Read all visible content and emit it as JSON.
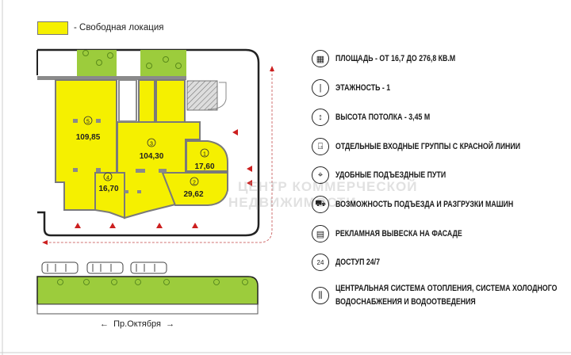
{
  "legend": {
    "label": "- Свободная локация",
    "color": "#f5f000"
  },
  "plan": {
    "rooms": [
      {
        "number": "5",
        "area": "109,85"
      },
      {
        "number": "3",
        "area": "104,30"
      },
      {
        "number": "1",
        "area": "17,60"
      },
      {
        "number": "2",
        "area": "29,62"
      },
      {
        "number": "4",
        "area": "16,70"
      }
    ],
    "street": {
      "left_arrow": "←",
      "name": "Пр.Октября",
      "right_arrow": "→"
    },
    "watermark": {
      "line1": "ЦЕНТР КОММЕРЧЕСКОЙ",
      "line2": "НЕДВИЖИМОСТИ"
    }
  },
  "features": [
    {
      "icon": "floor-plan-icon",
      "glyph": "▦",
      "text": "ПЛОЩАДЬ - ОТ 16,7 ДО 276,8 КВ.М"
    },
    {
      "icon": "floor-count-icon",
      "glyph": "|",
      "text": "ЭТАЖНОСТЬ - 1"
    },
    {
      "icon": "ceiling-height-icon",
      "glyph": "↕",
      "text": "ВЫСОТА ПОТОЛКА - 3,45 М"
    },
    {
      "icon": "entrance-door-icon",
      "glyph": "⍈",
      "text": "ОТДЕЛЬНЫЕ ВХОДНЫЕ ГРУППЫ С КРАСНОЙ ЛИНИИ"
    },
    {
      "icon": "route-pin-icon",
      "glyph": "⌖",
      "text": "УДОБНЫЕ ПОДЪЕЗДНЫЕ ПУТИ"
    },
    {
      "icon": "truck-unloading-icon",
      "glyph": "⛟",
      "text": "ВОЗМОЖНОСТЬ ПОДЪЕЗДА И РАЗГРУЗКИ МАШИН"
    },
    {
      "icon": "signboard-icon",
      "glyph": "▤",
      "text": "РЕКЛАМНАЯ ВЫВЕСКА НА ФАСАДЕ"
    },
    {
      "icon": "clock-24-7-icon",
      "glyph": "24",
      "text": "ДОСТУП 24/7"
    },
    {
      "icon": "radiator-icon",
      "glyph": "⫼",
      "text": "ЦЕНТРАЛЬНАЯ СИСТЕМА ОТОПЛЕНИЯ, СИСТЕМА ХОЛОДНОГО",
      "text2": "ВОДОСНАБЖЕНИЯ И ВОДООТВЕДЕНИЯ"
    }
  ],
  "colors": {
    "free": "#f5f000",
    "green": "#9ccc3c",
    "wall": "#8a8a8a",
    "entrance": "#cc1f1f"
  }
}
